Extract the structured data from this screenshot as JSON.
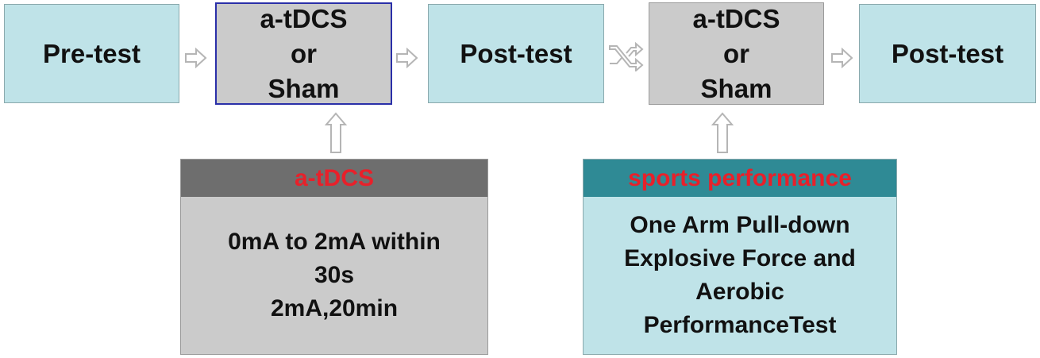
{
  "flow": {
    "step1": "Pre-test",
    "step2": [
      "a-tDCS",
      "or",
      "Sham"
    ],
    "step3": "Post-test",
    "step4": [
      "a-tDCS",
      "or",
      "Sham"
    ],
    "step5": "Post-test"
  },
  "panel_left": {
    "title": "a-tDCS",
    "lines": [
      "0mA to 2mA within",
      "30s",
      "2mA,20min"
    ]
  },
  "panel_right": {
    "title": "sports performance",
    "lines": [
      "One Arm Pull-down",
      "Explosive Force and",
      "Aerobic",
      "PerformanceTest"
    ]
  },
  "colors": {
    "cyan_box": "#bfe3e8",
    "gray_box": "#cbcbcb",
    "left_header": "#6e6e6e",
    "right_header": "#2f8a95",
    "highlight": "#e8202a"
  },
  "icons": [
    "right-arrow-icon",
    "crossover-icon",
    "up-arrow-icon"
  ]
}
